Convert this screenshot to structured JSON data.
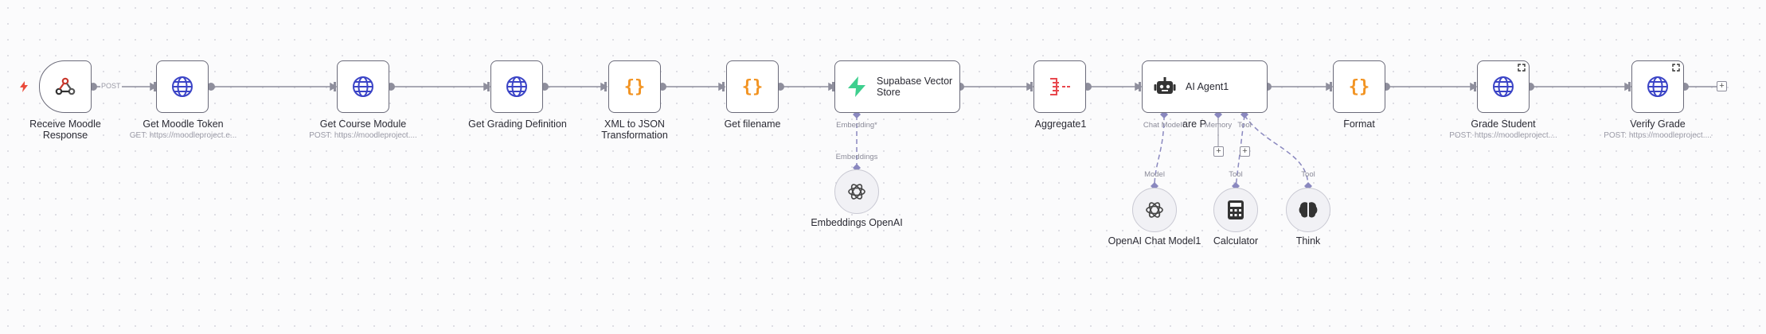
{
  "canvas": {
    "edge_label_post": "POST"
  },
  "nodes": {
    "receive_moodle": {
      "label": "Receive Moodle\nResponse",
      "icon": "webhook-icon"
    },
    "get_token": {
      "label": "Get Moodle Token",
      "subtitle": "GET: https://moodleproject.e...",
      "icon": "globe-icon"
    },
    "get_course": {
      "label": "Get Course Module",
      "subtitle": "POST: https://moodleproject....",
      "icon": "globe-icon"
    },
    "get_grading": {
      "label": "Get Grading Definition",
      "icon": "globe-icon"
    },
    "xml_json": {
      "label": "XML to JSON\nTransformation",
      "icon": "braces-icon"
    },
    "get_filename": {
      "label": "Get filename",
      "icon": "braces-icon"
    },
    "supabase": {
      "label": "Supabase Vector\nStore",
      "icon": "supabase-icon",
      "handle_label": "Embedding*"
    },
    "embeddings": {
      "label": "Embeddings OpenAI",
      "connector_label": "Embeddings",
      "icon": "openai-icon"
    },
    "aggregate": {
      "label": "Aggregate1",
      "icon": "aggregate-icon"
    },
    "ai_agent": {
      "label": "AI Agent1",
      "overlay_label": "are P",
      "icon": "robot-icon",
      "handles": {
        "chat_model": "Chat Model*",
        "memory": "Memory",
        "tool": "Tool"
      }
    },
    "openai_chat": {
      "label": "OpenAI Chat Model1",
      "connector_label": "Model",
      "icon": "openai-icon"
    },
    "calculator": {
      "label": "Calculator",
      "connector_label": "Tool",
      "icon": "calculator-icon"
    },
    "think": {
      "label": "Think",
      "connector_label": "Tool",
      "icon": "brain-icon"
    },
    "format": {
      "label": "Format",
      "icon": "braces-icon"
    },
    "grade_student": {
      "label": "Grade Student",
      "subtitle": "POST: https://moodleproject....",
      "icon": "globe-icon"
    },
    "verify_grade": {
      "label": "Verify Grade",
      "subtitle": "POST: https://moodleproject....",
      "icon": "globe-icon"
    }
  },
  "colors": {
    "http_blue": "#3b44c6",
    "code_orange": "#f29423",
    "supabase_green": "#3ecf8e",
    "aggregate_red": "#e8484e",
    "trigger_red": "#ea4b3b",
    "ai_connector": "#8a88bf"
  }
}
